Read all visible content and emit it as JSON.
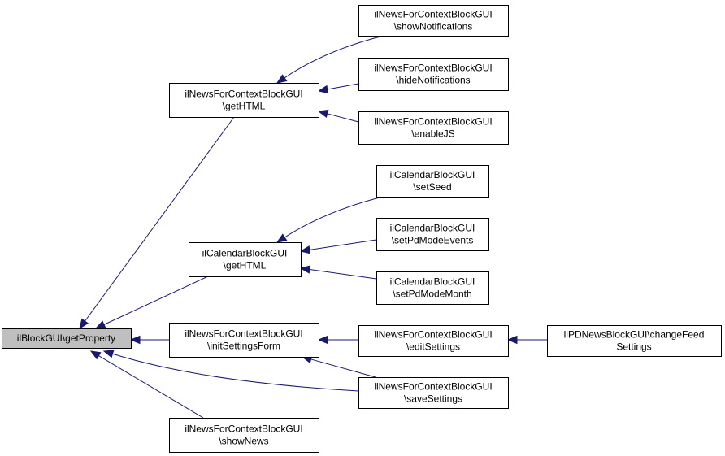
{
  "graph": {
    "colors": {
      "edge": "#191970",
      "node_border": "#000000",
      "root_fill": "#bfbfbf",
      "node_fill": "#ffffff"
    },
    "nodes": {
      "root": {
        "lines": [
          "ilBlockGUI\\getProperty"
        ]
      },
      "news_gethtml": {
        "lines": [
          "ilNewsForContextBlockGUI",
          "\\getHTML"
        ]
      },
      "cal_gethtml": {
        "lines": [
          "ilCalendarBlockGUI",
          "\\getHTML"
        ]
      },
      "news_initsettings": {
        "lines": [
          "ilNewsForContextBlockGUI",
          "\\initSettingsForm"
        ]
      },
      "news_shownews": {
        "lines": [
          "ilNewsForContextBlockGUI",
          "\\showNews"
        ]
      },
      "news_shownotif": {
        "lines": [
          "ilNewsForContextBlockGUI",
          "\\showNotifications"
        ]
      },
      "news_hidenotif": {
        "lines": [
          "ilNewsForContextBlockGUI",
          "\\hideNotifications"
        ]
      },
      "news_enablejs": {
        "lines": [
          "ilNewsForContextBlockGUI",
          "\\enableJS"
        ]
      },
      "cal_setseed": {
        "lines": [
          "ilCalendarBlockGUI",
          "\\setSeed"
        ]
      },
      "cal_setpdevents": {
        "lines": [
          "ilCalendarBlockGUI",
          "\\setPdModeEvents"
        ]
      },
      "cal_setpdmonth": {
        "lines": [
          "ilCalendarBlockGUI",
          "\\setPdModeMonth"
        ]
      },
      "news_editsettings": {
        "lines": [
          "ilNewsForContextBlockGUI",
          "\\editSettings"
        ]
      },
      "news_savesettings": {
        "lines": [
          "ilNewsForContextBlockGUI",
          "\\saveSettings"
        ]
      },
      "pdnews_changefeed": {
        "lines": [
          "ilPDNewsBlockGUI\\changeFeed",
          "Settings"
        ]
      }
    },
    "edges": [
      {
        "from": "news_gethtml",
        "to": "root"
      },
      {
        "from": "cal_gethtml",
        "to": "root"
      },
      {
        "from": "news_initsettings",
        "to": "root"
      },
      {
        "from": "news_savesettings",
        "to": "root"
      },
      {
        "from": "news_shownews",
        "to": "root"
      },
      {
        "from": "news_shownotif",
        "to": "news_gethtml"
      },
      {
        "from": "news_hidenotif",
        "to": "news_gethtml"
      },
      {
        "from": "news_enablejs",
        "to": "news_gethtml"
      },
      {
        "from": "cal_setseed",
        "to": "cal_gethtml"
      },
      {
        "from": "cal_setpdevents",
        "to": "cal_gethtml"
      },
      {
        "from": "cal_setpdmonth",
        "to": "cal_gethtml"
      },
      {
        "from": "news_editsettings",
        "to": "news_initsettings"
      },
      {
        "from": "news_savesettings",
        "to": "news_initsettings"
      },
      {
        "from": "pdnews_changefeed",
        "to": "news_editsettings"
      }
    ]
  }
}
